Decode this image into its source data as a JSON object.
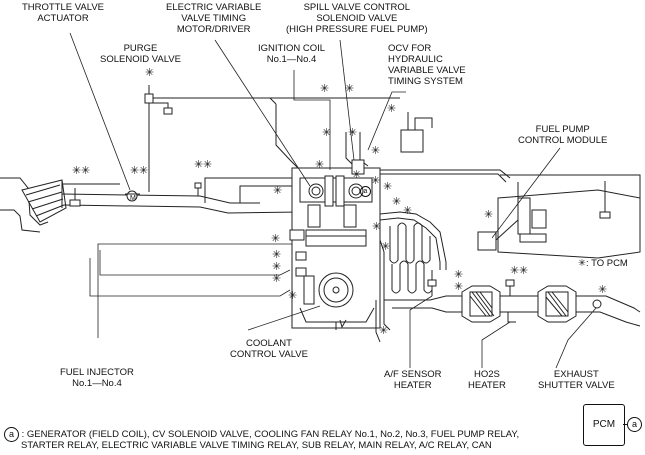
{
  "labels": {
    "throttle_valve_actuator": [
      "THROTTLE VALVE",
      "ACTUATOR"
    ],
    "electric_vvt_motor": [
      "ELECTRIC VARIABLE",
      "VALVE TIMING",
      "MOTOR/DRIVER"
    ],
    "spill_valve": [
      "SPILL VALVE CONTROL",
      "SOLENOID VALVE",
      "(HIGH PRESSURE FUEL PUMP)"
    ],
    "purge_solenoid": [
      "PURGE",
      "SOLENOID VALVE"
    ],
    "ignition_coil": [
      "IGNITION COIL",
      "No.1—No.4"
    ],
    "ocv": [
      "OCV FOR",
      "HYDRAULIC",
      "VARIABLE VALVE",
      "TIMING SYSTEM"
    ],
    "fuel_pump_control_module": [
      "FUEL PUMP",
      "CONTROL MODULE"
    ],
    "to_pcm": "✳: TO PCM",
    "coolant_control_valve": [
      "COOLANT",
      "CONTROL VALVE"
    ],
    "fuel_injector": [
      "FUEL INJECTOR",
      "No.1—No.4"
    ],
    "af_sensor_heater": [
      "A/F SENSOR",
      "HEATER"
    ],
    "ho2s_heater": [
      "HO2S",
      "HEATER"
    ],
    "exhaust_shutter_valve": [
      "EXHAUST",
      "SHUTTER VALVE"
    ],
    "motor_symbol": "M",
    "a_symbol": "a"
  },
  "star_glyph": "✳",
  "footnote": {
    "marker": "a",
    "line1": ": GENERATOR (FIELD COIL), CV SOLENOID VALVE, COOLING FAN RELAY No.1, No.2, No.3, FUEL PUMP RELAY,",
    "line2": "STARTER RELAY, ELECTRIC VARIABLE VALVE TIMING RELAY, SUB RELAY, MAIN RELAY, A/C RELAY, CAN"
  },
  "pcm_box": {
    "label": "PCM",
    "marker": "a"
  }
}
